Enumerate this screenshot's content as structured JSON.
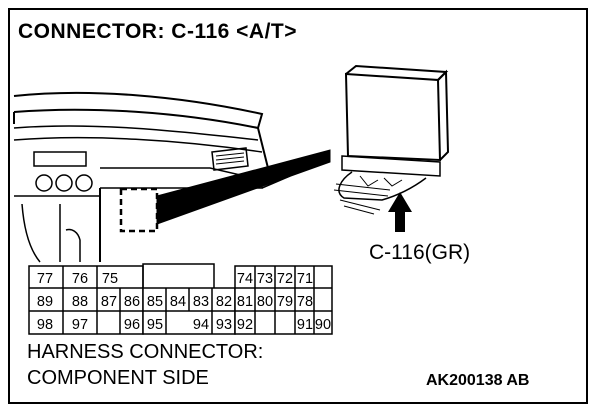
{
  "title": "CONNECTOR: C-116 <A/T>",
  "callout_label": "C-116(GR)",
  "harness_line1": "HARNESS CONNECTOR:",
  "harness_line2": "COMPONENT SIDE",
  "figure_id": "AK200138 AB",
  "connector_pins": {
    "row1": [
      "77",
      "76",
      "75",
      "74",
      "73",
      "72",
      "71"
    ],
    "row2": [
      "89",
      "88",
      "87",
      "86",
      "85",
      "84",
      "83",
      "82",
      "81",
      "80",
      "79",
      "78"
    ],
    "row3": [
      "98",
      "97",
      "96",
      "95",
      "94",
      "93",
      "92",
      "91",
      "90"
    ]
  }
}
